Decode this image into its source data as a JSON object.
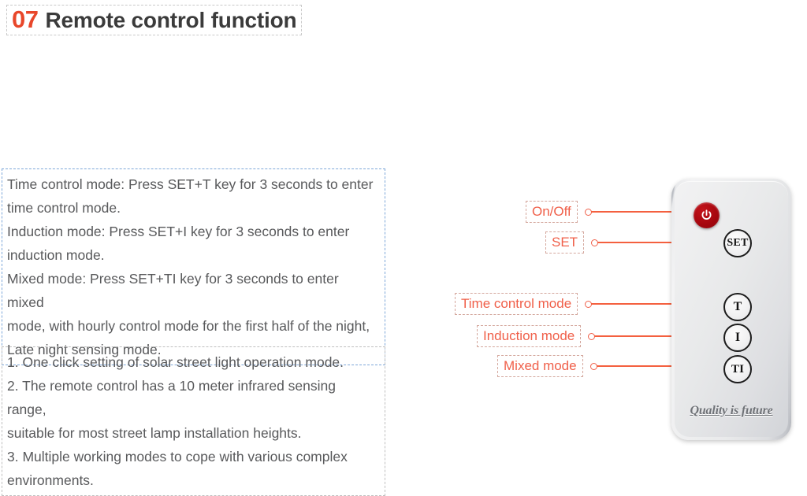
{
  "heading": {
    "number": "07",
    "title": "Remote control function"
  },
  "mode_description": {
    "lines": [
      "Time control mode: Press SET+T key for 3 seconds to enter",
      "time control mode.",
      "Induction mode: Press SET+I key for 3 seconds to enter",
      "induction mode.",
      "Mixed mode: Press SET+TI key for 3 seconds to enter mixed",
      "mode, with hourly control mode for the first half of the night,",
      "Late night sensing mode."
    ],
    "border_color": "#7da7d9"
  },
  "features": {
    "lines": [
      "1. One click setting of solar street light operation mode.",
      "2. The remote control has a 10 meter infrared sensing range,",
      "suitable for most street lamp installation heights.",
      "3. Multiple working modes to cope with various complex",
      "environments."
    ],
    "border_color": "#bfbfbf"
  },
  "callouts": [
    {
      "label": "On/Off",
      "target_button": "power"
    },
    {
      "label": "SET",
      "target_button": "set"
    },
    {
      "label": "Time control mode",
      "target_button": "t"
    },
    {
      "label": "Induction mode",
      "target_button": "i"
    },
    {
      "label": "Mixed mode",
      "target_button": "ti"
    }
  ],
  "remote": {
    "buttons": {
      "power": "power-icon",
      "set": "SET",
      "t": "T",
      "i": "I",
      "ti": "TI"
    },
    "brand": "Quality is future"
  },
  "colors": {
    "accent_red": "#e8472a",
    "callout_red": "#f0604a",
    "line_red": "#f4603f",
    "body_text": "#58595b",
    "heading_text": "#3b3b3b",
    "power_button": "#a7070f"
  }
}
